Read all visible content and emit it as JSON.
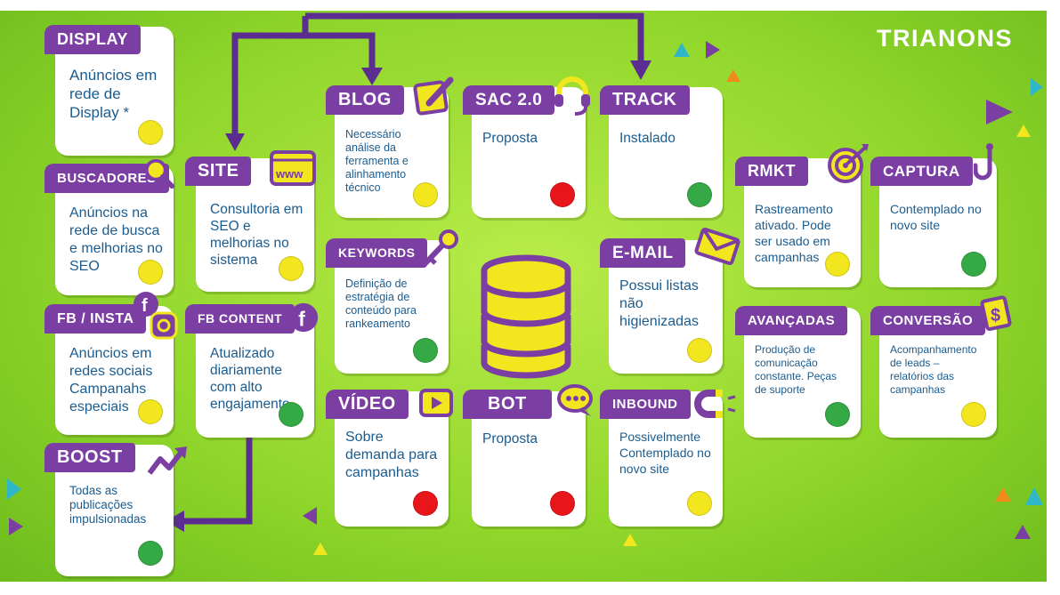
{
  "brand": {
    "logo": "TRIANONS"
  },
  "colors": {
    "purple": "#7b3ea3",
    "yellow": "#f2e61e",
    "green": "#35a945",
    "red": "#e8161b",
    "text": "#1b5c8f",
    "background": "#9ad930"
  },
  "cards": [
    {
      "id": "display",
      "title": "DISPLAY",
      "text": "Anúncios em rede de Display *",
      "status": "yellow",
      "icon": ""
    },
    {
      "id": "buscadores",
      "title": "BUSCADORES",
      "text": "Anúncios na rede de busca e melhorias no SEO",
      "status": "yellow",
      "icon": "magnifier-icon"
    },
    {
      "id": "fb-insta",
      "title": "FB / INSTA",
      "text": "Anúncios em redes sociais Campanahs especiais",
      "status": "yellow",
      "icon": "facebook-instagram-icon"
    },
    {
      "id": "boost",
      "title": "BOOST",
      "text": "Todas as publicações impulsionadas",
      "status": "green",
      "icon": "trend-arrow-icon"
    },
    {
      "id": "site",
      "title": "SITE",
      "text": "Consultoria em SEO e melhorias no sistema",
      "status": "yellow",
      "icon": "www-browser-icon"
    },
    {
      "id": "fb-content",
      "title": "FB CONTENT",
      "text": "Atualizado diariamente com alto engajamento",
      "status": "green",
      "icon": "facebook-icon"
    },
    {
      "id": "blog",
      "title": "BLOG",
      "text": "Necessário análise da ferramenta e alinhamento técnico",
      "status": "yellow",
      "icon": "pencil-note-icon"
    },
    {
      "id": "keywords",
      "title": "KEYWORDS",
      "text": "Definição de estratégia de conteúdo para rankeamento",
      "status": "green",
      "icon": "key-icon"
    },
    {
      "id": "video",
      "title": "VÍDEO",
      "text": "Sobre demanda para campanhas",
      "status": "red",
      "icon": "play-icon"
    },
    {
      "id": "sac",
      "title": "SAC 2.0",
      "text": "Proposta",
      "status": "red",
      "icon": "headset-icon"
    },
    {
      "id": "bot",
      "title": "BOT",
      "text": "Proposta",
      "status": "red",
      "icon": "chat-bubble-icon"
    },
    {
      "id": "track",
      "title": "TRACK",
      "text": "Instalado",
      "status": "green",
      "icon": ""
    },
    {
      "id": "email",
      "title": "E-MAIL",
      "text": "Possui listas não higienizadas",
      "status": "yellow",
      "icon": "envelope-icon"
    },
    {
      "id": "inbound",
      "title": "INBOUND",
      "text": "Possivelmente Contemplado no novo site",
      "status": "yellow",
      "icon": "magnet-icon"
    },
    {
      "id": "rmkt",
      "title": "RMKT",
      "text": "Rastreamento ativado. Pode ser usado em campanhas",
      "status": "yellow",
      "icon": "target-icon"
    },
    {
      "id": "avancadas",
      "title": "AVANÇADAS",
      "text": "Produção de comunicação constante. Peças de suporte",
      "status": "green",
      "icon": ""
    },
    {
      "id": "captura",
      "title": "CAPTURA",
      "text": "Contemplado no novo site",
      "status": "green",
      "icon": "hook-icon"
    },
    {
      "id": "conversao",
      "title": "CONVERSÃO",
      "text": "Acompanhamento de leads – relatórios das campanhas",
      "status": "yellow",
      "icon": "money-icon"
    }
  ],
  "center": {
    "icon": "database-icon"
  }
}
